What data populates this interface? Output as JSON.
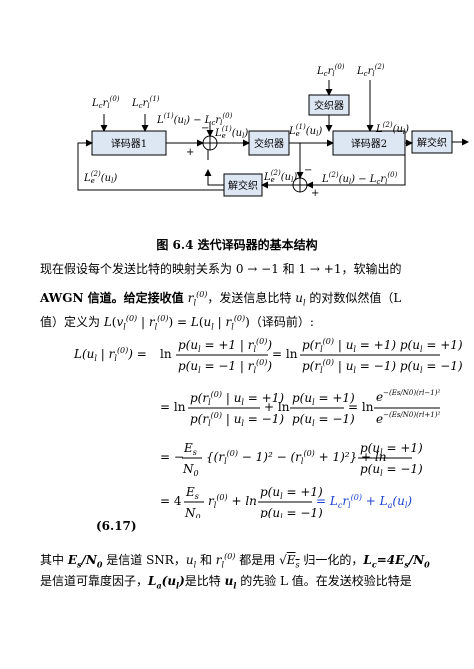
{
  "diagram": {
    "blocks": {
      "decoder1": "译码器1",
      "decoder2": "译码器2",
      "interleaver_mid": "交织器",
      "interleaver_top": "交织器",
      "deinterleaver_out": "解交织",
      "deinterleaver_fb": "解交织"
    },
    "labels": {
      "in1_a": "L",
      "in1_a_sub": "c",
      "in1_a_r": "r",
      "in1_a_sup": "(0)",
      "in1_b": "L",
      "in1_b_sub": "c",
      "in1_b_r": "r",
      "in1_b_sup": "(1)",
      "in2_a": "L",
      "in2_a_sub": "c",
      "in2_a_r": "r",
      "in2_a_sup": "(0)",
      "in2_b": "L",
      "in2_b_sub": "c",
      "in2_b_r": "r",
      "in2_b_sup": "(2)",
      "dec1_out": "L(1)(ul) − Lc rl(0)",
      "sum1_out": "Le(1)(ul)",
      "int_out": "Le(1)(ul)",
      "dec2_out": "L(2)(ul)",
      "dec2_fb": "L(2)(ul) − Lc rl(0)",
      "sum2_out": "Le(2)(ul)",
      "fb_label": "Le(2)(ul)",
      "plus1": "+",
      "minus1": "−",
      "minus2": "−",
      "plus2": "+"
    }
  },
  "caption": "图 6.4  迭代译码器的基本结构",
  "paragraphs": {
    "p1": "现在假设每个发送比特的映射关系为 0 → −1 和 1 → +1，软输出的",
    "p2_a": "AWGN 信道。给定接收值 ",
    "p2_b": "，发送信息比特 ",
    "p2_c": " 的对数似然值（L",
    "p3_a": "值）定义为 ",
    "p3_b": "（译码前）:",
    "p4_a": "其中 ",
    "p4_b": "E",
    "p4_c": "s",
    "p4_d": "/N",
    "p4_e": "0",
    "p4_f": " 是信道 SNR，",
    "p4_g": " 和 ",
    "p4_h": " 都是用 ",
    "p4_i": " 归一化的，",
    "p4_j": "L",
    "p4_k": "c",
    "p4_l": "=4E",
    "p4_m": "s",
    "p4_n": "/N",
    "p4_o": "0",
    "p5_a": "是信道可靠度因子，",
    "p5_b": "L",
    "p5_c": "a",
    "p5_d": "(u",
    "p5_e": "l",
    "p5_f": ")",
    "p5_g": "是比特 ",
    "p5_h": "u",
    "p5_i": "l",
    "p5_j": " 的先验 L 值。在发送校验比特是"
  },
  "equation_number": "(6.17)",
  "equations": {
    "ln": "ln",
    "plus_one": "+1",
    "minus_one": "−1",
    "four": "4",
    "eq": "=",
    "minus": "−"
  }
}
